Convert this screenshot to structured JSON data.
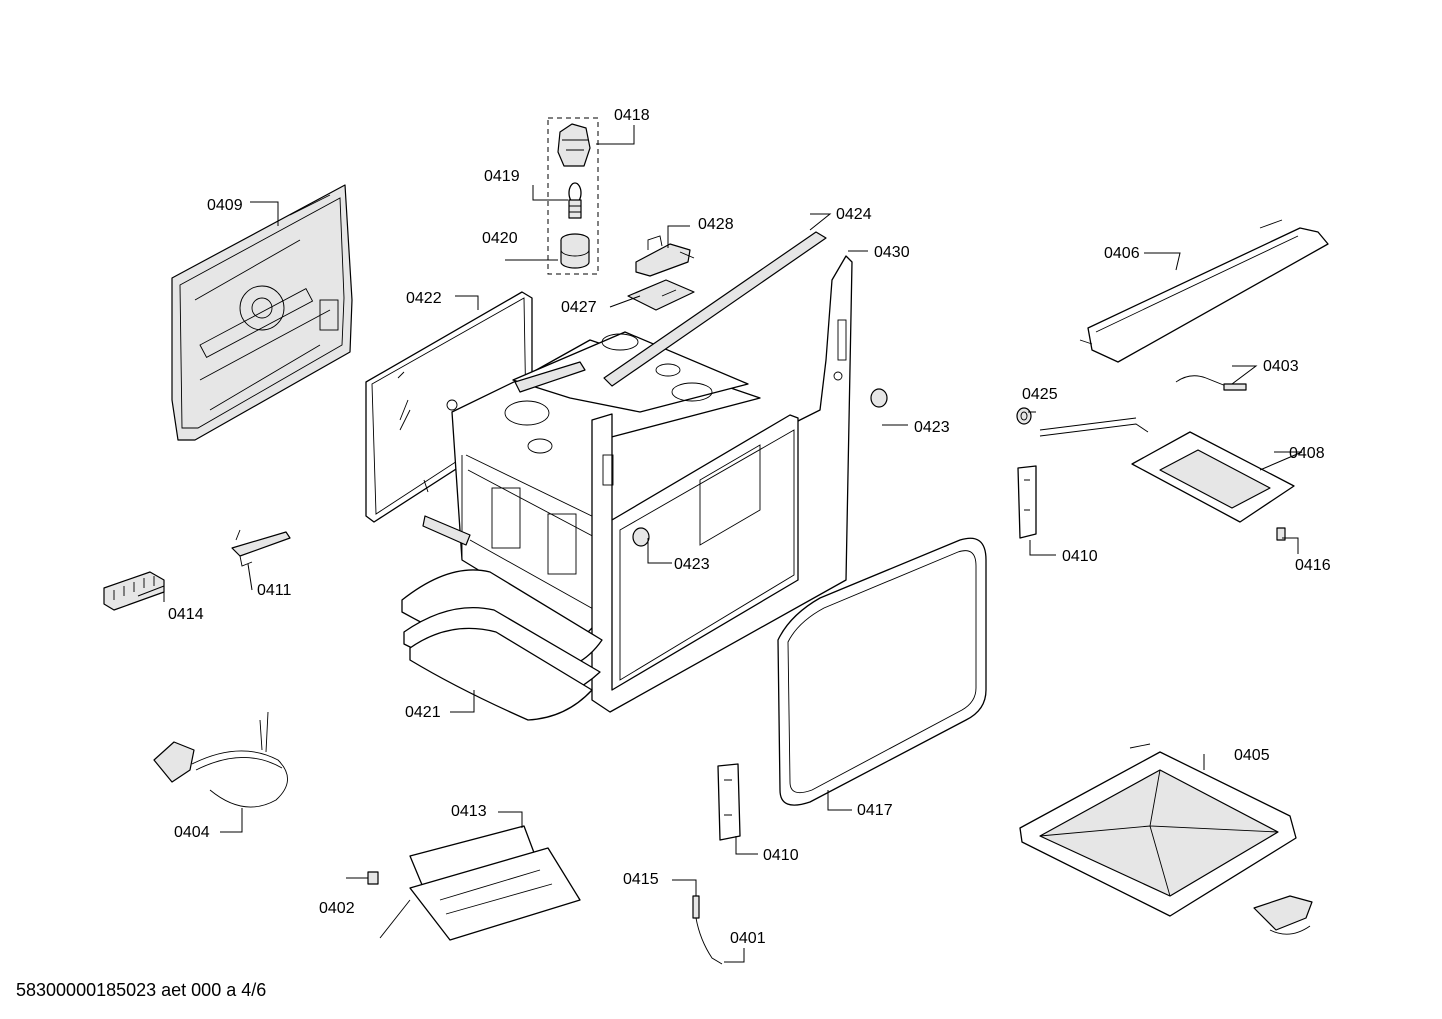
{
  "footer": {
    "document_code": "58300000185023 aet 000 a 4/6"
  },
  "callouts": [
    {
      "id": "c0401",
      "label": "0401"
    },
    {
      "id": "c0402",
      "label": "0402"
    },
    {
      "id": "c0403",
      "label": "0403"
    },
    {
      "id": "c0404",
      "label": "0404"
    },
    {
      "id": "c0405",
      "label": "0405"
    },
    {
      "id": "c0406",
      "label": "0406"
    },
    {
      "id": "c0408",
      "label": "0408"
    },
    {
      "id": "c0409",
      "label": "0409"
    },
    {
      "id": "c0410a",
      "label": "0410"
    },
    {
      "id": "c0410b",
      "label": "0410"
    },
    {
      "id": "c0411",
      "label": "0411"
    },
    {
      "id": "c0413",
      "label": "0413"
    },
    {
      "id": "c0414",
      "label": "0414"
    },
    {
      "id": "c0415",
      "label": "0415"
    },
    {
      "id": "c0416",
      "label": "0416"
    },
    {
      "id": "c0417",
      "label": "0417"
    },
    {
      "id": "c0418",
      "label": "0418"
    },
    {
      "id": "c0419",
      "label": "0419"
    },
    {
      "id": "c0420",
      "label": "0420"
    },
    {
      "id": "c0421",
      "label": "0421"
    },
    {
      "id": "c0422",
      "label": "0422"
    },
    {
      "id": "c0423a",
      "label": "0423"
    },
    {
      "id": "c0423b",
      "label": "0423"
    },
    {
      "id": "c0424",
      "label": "0424"
    },
    {
      "id": "c0425",
      "label": "0425"
    },
    {
      "id": "c0427",
      "label": "0427"
    },
    {
      "id": "c0428",
      "label": "0428"
    },
    {
      "id": "c0430",
      "label": "0430"
    }
  ]
}
